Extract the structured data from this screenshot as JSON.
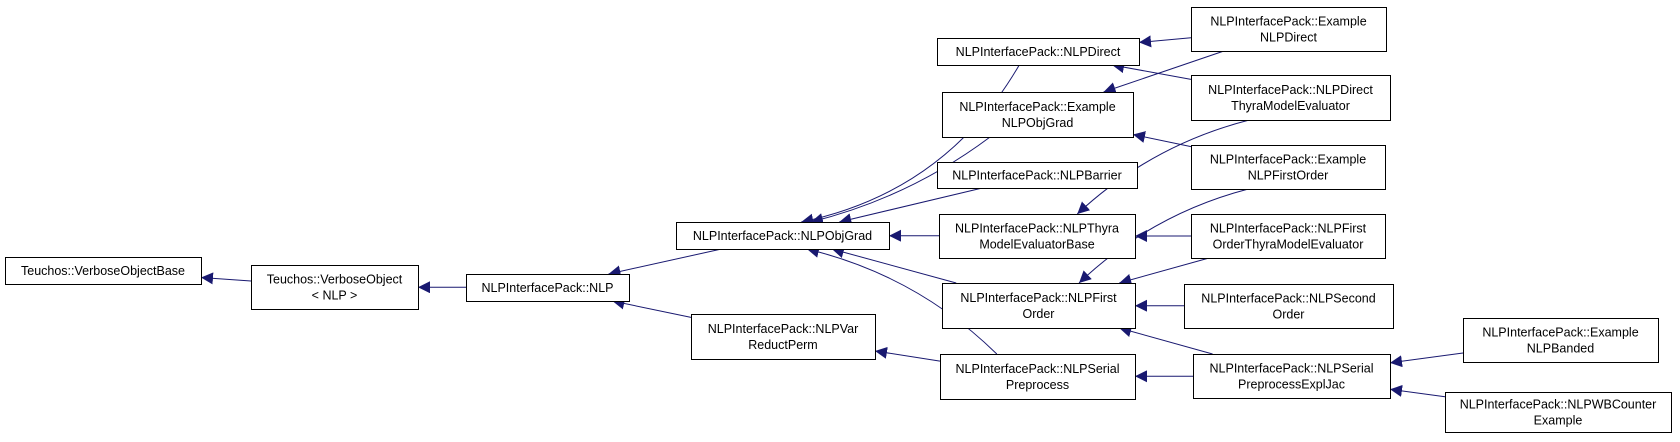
{
  "diagram": {
    "nodes": [
      {
        "id": "verbose_object_base",
        "lines": [
          "Teuchos::VerboseObjectBase"
        ]
      },
      {
        "id": "verbose_object_nlp",
        "lines": [
          "Teuchos::VerboseObject",
          "< NLP >"
        ]
      },
      {
        "id": "nlp",
        "lines": [
          "NLPInterfacePack::NLP"
        ]
      },
      {
        "id": "nlp_obj_grad",
        "lines": [
          "NLPInterfacePack::NLPObjGrad"
        ]
      },
      {
        "id": "nlp_var_reduct_perm",
        "lines": [
          "NLPInterfacePack::NLPVar",
          "ReductPerm"
        ]
      },
      {
        "id": "nlp_direct",
        "lines": [
          "NLPInterfacePack::NLPDirect"
        ]
      },
      {
        "id": "example_nlp_obj_grad",
        "lines": [
          "NLPInterfacePack::Example",
          "NLPObjGrad"
        ]
      },
      {
        "id": "nlp_barrier",
        "lines": [
          "NLPInterfacePack::NLPBarrier"
        ]
      },
      {
        "id": "nlp_thyra_model_evaluator_base",
        "lines": [
          "NLPInterfacePack::NLPThyra",
          "ModelEvaluatorBase"
        ]
      },
      {
        "id": "nlp_first_order",
        "lines": [
          "NLPInterfacePack::NLPFirst",
          "Order"
        ]
      },
      {
        "id": "nlp_serial_preprocess",
        "lines": [
          "NLPInterfacePack::NLPSerial",
          "Preprocess"
        ]
      },
      {
        "id": "example_nlp_direct",
        "lines": [
          "NLPInterfacePack::Example",
          "NLPDirect"
        ]
      },
      {
        "id": "nlp_direct_thyra_model_evaluator",
        "lines": [
          "NLPInterfacePack::NLPDirect",
          "ThyraModelEvaluator"
        ]
      },
      {
        "id": "example_nlp_first_order",
        "lines": [
          "NLPInterfacePack::Example",
          "NLPFirstOrder"
        ]
      },
      {
        "id": "nlp_first_order_thyra_model_evaluator",
        "lines": [
          "NLPInterfacePack::NLPFirst",
          "OrderThyraModelEvaluator"
        ]
      },
      {
        "id": "nlp_second_order",
        "lines": [
          "NLPInterfacePack::NLPSecond",
          "Order"
        ]
      },
      {
        "id": "nlp_serial_preprocess_expl_jac",
        "lines": [
          "NLPInterfacePack::NLPSerial",
          "PreprocessExplJac"
        ]
      },
      {
        "id": "example_nlp_banded",
        "lines": [
          "NLPInterfacePack::Example",
          "NLPBanded"
        ]
      },
      {
        "id": "nlp_wb_counter_example",
        "lines": [
          "NLPInterfacePack::NLPWBCounter",
          "Example"
        ]
      }
    ],
    "edges": [
      {
        "from": "verbose_object_nlp",
        "to": "verbose_object_base"
      },
      {
        "from": "nlp",
        "to": "verbose_object_nlp"
      },
      {
        "from": "nlp_obj_grad",
        "to": "nlp"
      },
      {
        "from": "nlp_var_reduct_perm",
        "to": "nlp"
      },
      {
        "from": "nlp_direct",
        "to": "nlp_obj_grad"
      },
      {
        "from": "example_nlp_obj_grad",
        "to": "nlp_obj_grad"
      },
      {
        "from": "nlp_barrier",
        "to": "nlp_obj_grad"
      },
      {
        "from": "nlp_thyra_model_evaluator_base",
        "to": "nlp_obj_grad"
      },
      {
        "from": "nlp_first_order",
        "to": "nlp_obj_grad"
      },
      {
        "from": "nlp_serial_preprocess",
        "to": "nlp_obj_grad"
      },
      {
        "from": "nlp_serial_preprocess",
        "to": "nlp_var_reduct_perm"
      },
      {
        "from": "example_nlp_direct",
        "to": "nlp_direct"
      },
      {
        "from": "nlp_direct_thyra_model_evaluator",
        "to": "nlp_direct"
      },
      {
        "from": "example_nlp_direct",
        "to": "example_nlp_obj_grad"
      },
      {
        "from": "example_nlp_first_order",
        "to": "example_nlp_obj_grad"
      },
      {
        "from": "nlp_direct_thyra_model_evaluator",
        "to": "nlp_thyra_model_evaluator_base"
      },
      {
        "from": "nlp_first_order_thyra_model_evaluator",
        "to": "nlp_thyra_model_evaluator_base"
      },
      {
        "from": "example_nlp_first_order",
        "to": "nlp_first_order"
      },
      {
        "from": "nlp_first_order_thyra_model_evaluator",
        "to": "nlp_first_order"
      },
      {
        "from": "nlp_second_order",
        "to": "nlp_first_order"
      },
      {
        "from": "nlp_serial_preprocess_expl_jac",
        "to": "nlp_first_order"
      },
      {
        "from": "nlp_serial_preprocess_expl_jac",
        "to": "nlp_serial_preprocess"
      },
      {
        "from": "example_nlp_banded",
        "to": "nlp_serial_preprocess_expl_jac"
      },
      {
        "from": "nlp_wb_counter_example",
        "to": "nlp_serial_preprocess_expl_jac"
      }
    ],
    "colors": {
      "edge": "#191970",
      "arrowhead": "#191970",
      "node_border": "#000000",
      "node_fill": "#ffffff",
      "text": "#000000"
    }
  }
}
